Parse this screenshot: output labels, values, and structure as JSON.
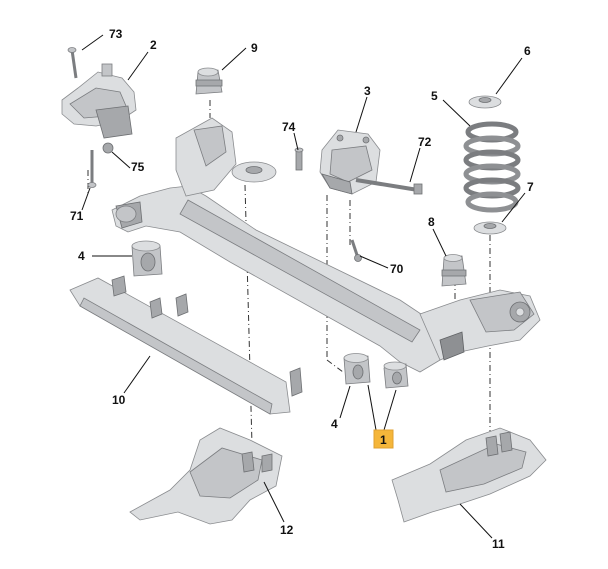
{
  "callouts": {
    "c73": "73",
    "c2": "2",
    "c9": "9",
    "c3": "3",
    "c74": "74",
    "c72": "72",
    "c6": "6",
    "c5": "5",
    "c75": "75",
    "c71": "71",
    "c7": "7",
    "c8": "8",
    "c4a": "4",
    "c70": "70",
    "c10": "10",
    "c4b": "4",
    "c1": "1",
    "c12": "12",
    "c11": "11"
  },
  "colors": {
    "highlight": "#f5b63a",
    "line": "#111111",
    "metal_dark": "#a6a8ab",
    "metal_light": "#dcdee0"
  }
}
